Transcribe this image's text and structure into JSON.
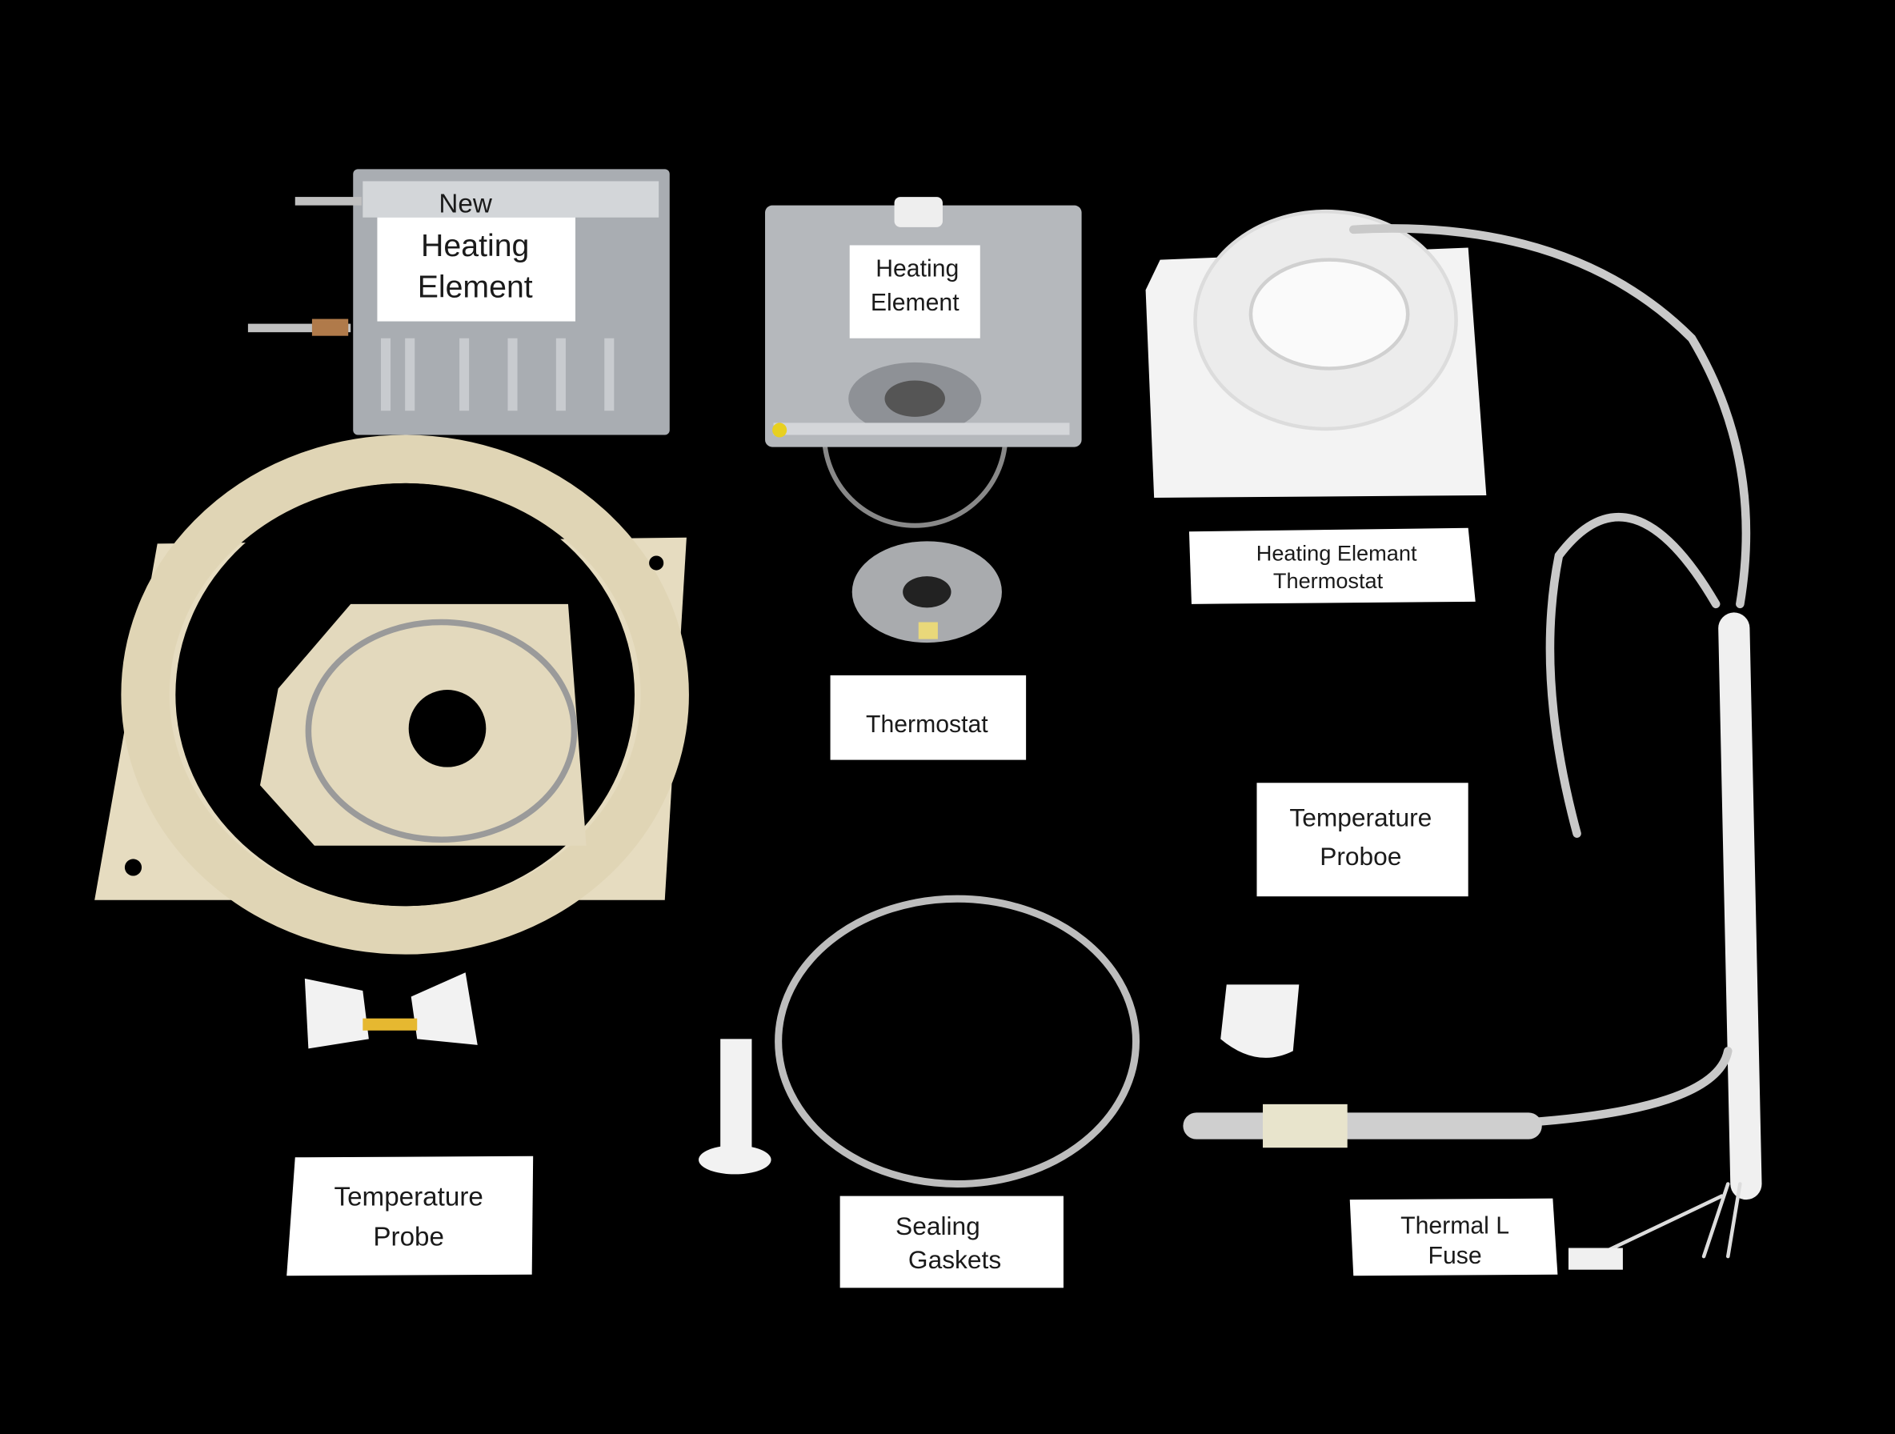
{
  "labels": {
    "new_heating_element": {
      "line0": "New",
      "line1": "Heating",
      "line2": "Element"
    },
    "heating_element": {
      "line1": "Heating",
      "line2": "Element"
    },
    "heating_element_thermostat": {
      "line1": "Heating Elemant",
      "line2": "Thermostat"
    },
    "thermostat": {
      "line1": "Thermostat"
    },
    "temperature_proboe": {
      "line1": "Temperature",
      "line2": "Proboe"
    },
    "temperature_probe": {
      "line1": "Temperature",
      "line2": "Probe"
    },
    "sealing_gaskets": {
      "line1": "Sealing",
      "line2": "Gaskets"
    },
    "thermal_fuse": {
      "line1": "Thermal L",
      "line2": "Fuse"
    }
  },
  "colors": {
    "background": "#000000",
    "metal": "#b9bcc0",
    "beige": "#e6dcc0",
    "white_part": "#f2f2f2",
    "label": "#ffffff"
  }
}
